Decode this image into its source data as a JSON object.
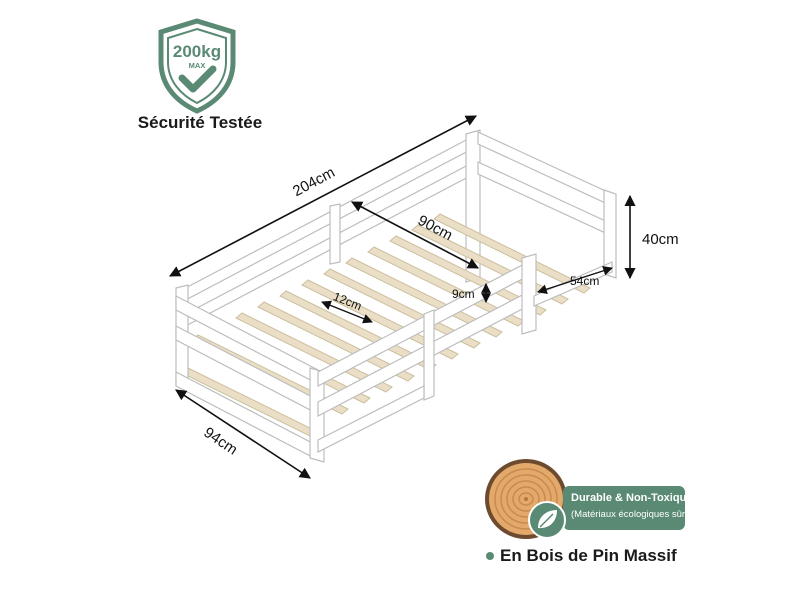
{
  "badge": {
    "weight": "200kg",
    "limit": "MAX",
    "caption": "Sécurité Testée",
    "icon": "shield-check-icon",
    "color": "#5a8a74"
  },
  "dimensions": {
    "length": "204cm",
    "width": "94cm",
    "height": "40cm",
    "inner_length": "90cm",
    "slat_gap": "12cm",
    "rail_gap": "9cm",
    "opening": "54cm"
  },
  "eco": {
    "title": "Durable & Non-Toxique",
    "subtitle": "(Matériaux écologiques sûrs)",
    "icon": "leaf-icon",
    "color": "#5a8a74"
  },
  "material": {
    "label": "En Bois de Pin Massif",
    "icon": "wood-slice-icon"
  }
}
